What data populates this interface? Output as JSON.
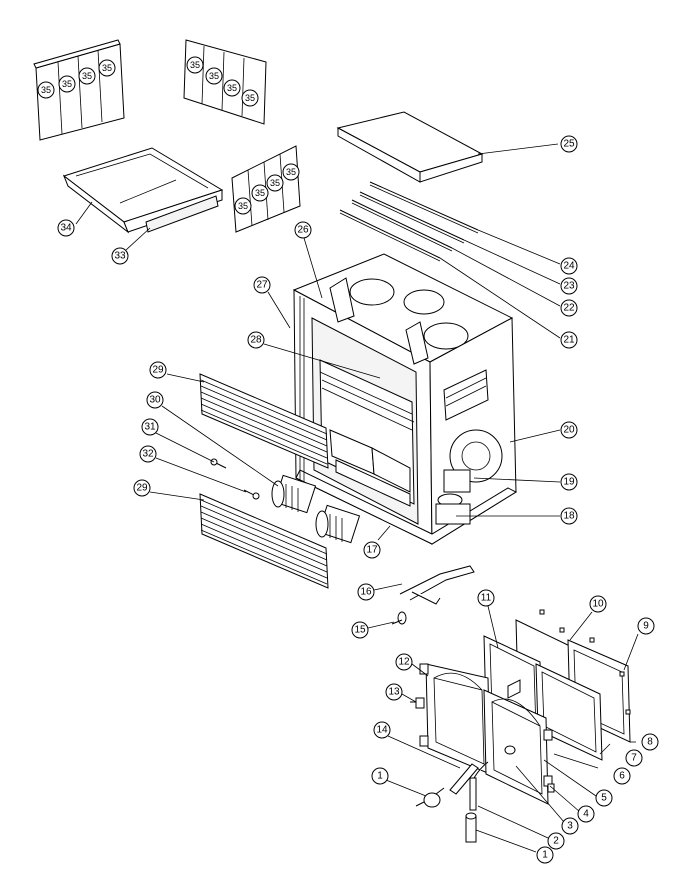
{
  "diagram": {
    "callouts": {
      "c1a": "1",
      "c1b": "1",
      "c2": "2",
      "c3": "3",
      "c4": "4",
      "c5": "5",
      "c6": "6",
      "c7": "7",
      "c8": "8",
      "c9": "9",
      "c10": "10",
      "c11": "11",
      "c12": "12",
      "c13": "13",
      "c14": "14",
      "c15": "15",
      "c16": "16",
      "c17": "17",
      "c18": "18",
      "c19": "19",
      "c20": "20",
      "c21": "21",
      "c22": "22",
      "c23": "23",
      "c24": "24",
      "c25": "25",
      "c26": "26",
      "c27": "27",
      "c28": "28",
      "c29a": "29",
      "c29b": "29",
      "c30": "30",
      "c31": "31",
      "c32": "32",
      "c33": "33",
      "c34": "34"
    },
    "brick_label": "35"
  }
}
